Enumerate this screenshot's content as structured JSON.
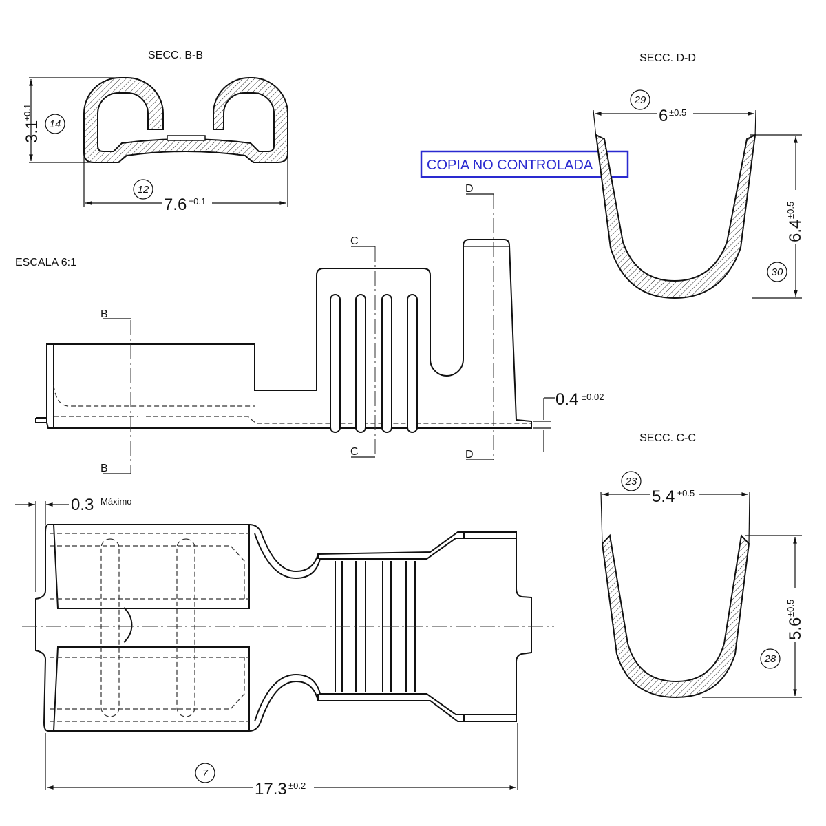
{
  "scale_label": "ESCALA 6:1",
  "stamp": {
    "text": "COPIA NO CONTROLADA",
    "color": "#2a2ad0"
  },
  "section_bb": {
    "title": "SECC. B-B",
    "height": "3.1",
    "height_tol": "±0.1",
    "height_ref": "14",
    "width": "7.6",
    "width_tol": "±0.1",
    "width_ref": "12"
  },
  "section_dd": {
    "title": "SECC. D-D",
    "width": "6",
    "width_tol": "±0.5",
    "width_ref": "29",
    "height": "6.4",
    "height_tol": "±0.5",
    "height_ref": "30"
  },
  "section_cc": {
    "title": "SECC. C-C",
    "width": "5.4",
    "width_tol": "±0.5",
    "width_ref": "23",
    "height": "5.6",
    "height_tol": "±0.5",
    "height_ref": "28"
  },
  "side_view": {
    "cut_b_top": "B",
    "cut_b_bottom": "B",
    "cut_c_top": "C",
    "cut_c_bottom": "C",
    "cut_d_top": "D",
    "cut_d_bottom": "D",
    "thickness": "0.4",
    "thickness_tol": "±0.02"
  },
  "top_view": {
    "gap": "0.3",
    "gap_note": "Máximo",
    "length": "17.3",
    "length_tol": "±0.2",
    "length_ref": "7"
  }
}
